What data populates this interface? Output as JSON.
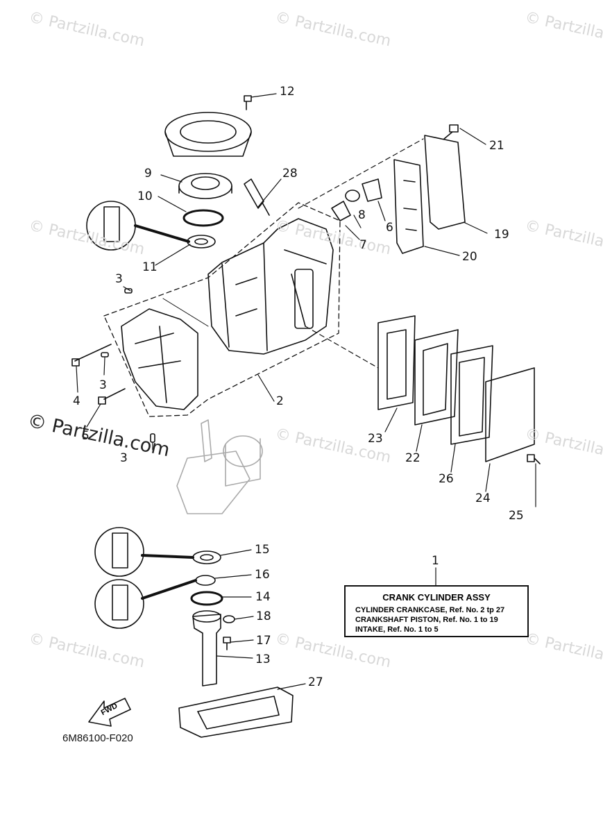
{
  "watermarks": {
    "small": "© Partzilla.com",
    "big": "© Partzilla.com"
  },
  "callouts": [
    {
      "id": "c1",
      "label": "1"
    },
    {
      "id": "c2",
      "label": "2"
    },
    {
      "id": "c3a",
      "label": "3"
    },
    {
      "id": "c3b",
      "label": "3"
    },
    {
      "id": "c3c",
      "label": "3"
    },
    {
      "id": "c4",
      "label": "4"
    },
    {
      "id": "c5",
      "label": "5"
    },
    {
      "id": "c6",
      "label": "6"
    },
    {
      "id": "c7",
      "label": "7"
    },
    {
      "id": "c8",
      "label": "8"
    },
    {
      "id": "c9",
      "label": "9"
    },
    {
      "id": "c10",
      "label": "10"
    },
    {
      "id": "c11",
      "label": "11"
    },
    {
      "id": "c12",
      "label": "12"
    },
    {
      "id": "c13",
      "label": "13"
    },
    {
      "id": "c14",
      "label": "14"
    },
    {
      "id": "c15",
      "label": "15"
    },
    {
      "id": "c16",
      "label": "16"
    },
    {
      "id": "c17",
      "label": "17"
    },
    {
      "id": "c18",
      "label": "18"
    },
    {
      "id": "c19",
      "label": "19"
    },
    {
      "id": "c20",
      "label": "20"
    },
    {
      "id": "c21",
      "label": "21"
    },
    {
      "id": "c22",
      "label": "22"
    },
    {
      "id": "c23",
      "label": "23"
    },
    {
      "id": "c24",
      "label": "24"
    },
    {
      "id": "c25",
      "label": "25"
    },
    {
      "id": "c26",
      "label": "26"
    },
    {
      "id": "c27",
      "label": "27"
    },
    {
      "id": "c28",
      "label": "28"
    }
  ],
  "reference_box": {
    "title": "CRANK CYLINDER ASSY",
    "lines": [
      "CYLINDER CRANKCASE,  Ref. No. 2 tp 27",
      "CRANKSHAFT PISTON,  Ref. No. 1 to 19",
      "INTAKE,  Ref. No. 1 to 5"
    ]
  },
  "fwd_label": "FWD",
  "figure_code": "6M86100-F020"
}
